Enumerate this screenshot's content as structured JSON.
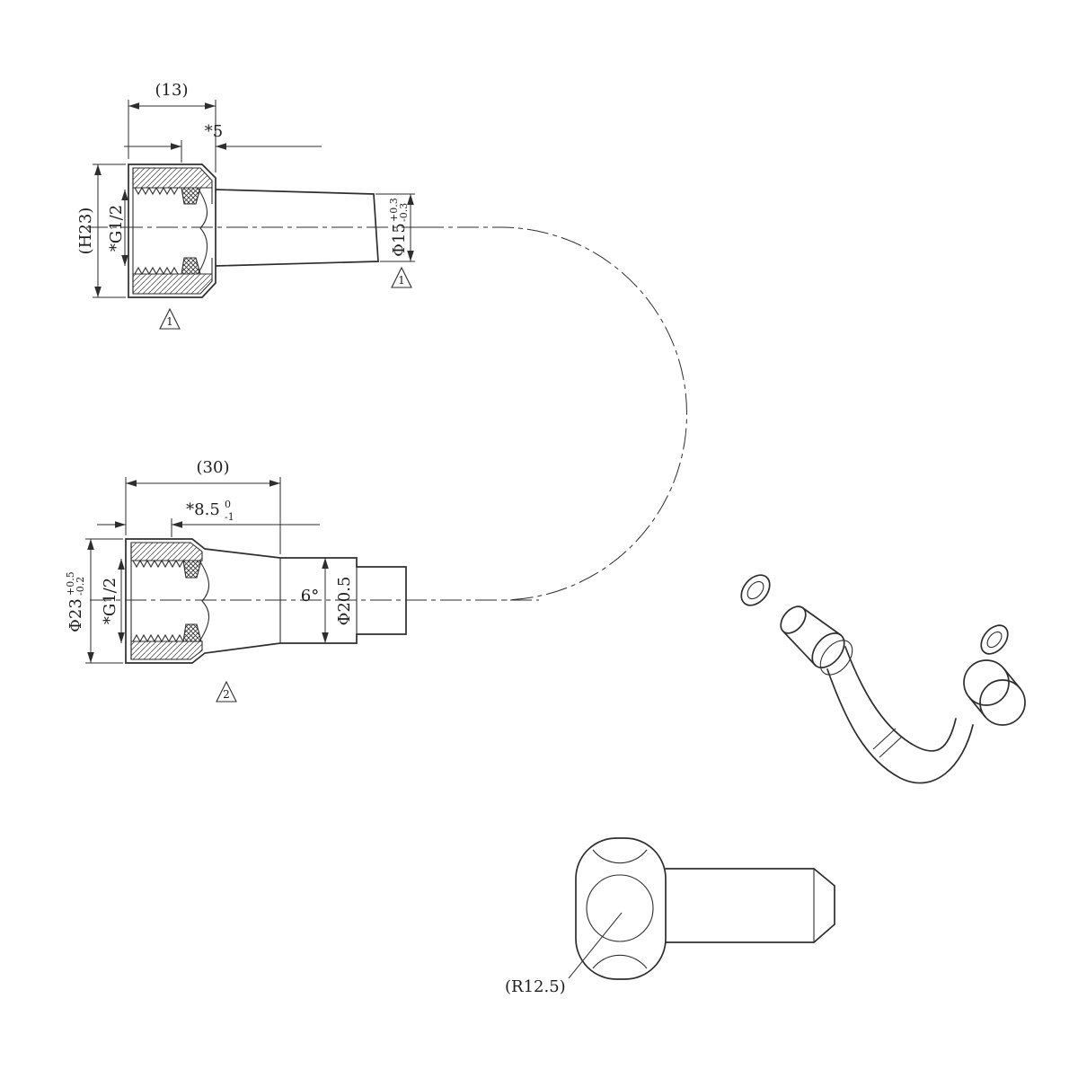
{
  "page": {
    "background": "#ffffff",
    "line_color": "#2e2e2e"
  },
  "top_view": {
    "dim_length_overall": "(13)",
    "dim_thread_depth": "*5",
    "dim_height": "(H23)",
    "dim_thread_size": "*G1/2",
    "dim_pipe_diameter": "Φ15",
    "pipe_tol_upper": "+0.3",
    "pipe_tol_lower": "-0.3",
    "note_flag_body": "1",
    "note_flag_pipe": "1"
  },
  "middle_view": {
    "dim_length_overall": "(30)",
    "dim_bore_depth": "*8.5",
    "bore_tol_upper": "0",
    "bore_tol_lower": "-1",
    "dim_outer_diameter": "Φ23",
    "outer_tol_upper": "+0.5",
    "outer_tol_lower": "-0.2",
    "dim_thread_size": "*G1/2",
    "dim_taper_angle": "6°",
    "dim_cone_diameter": "Φ20.5",
    "note_flag": "2"
  },
  "elbow_view": {
    "dim_radius": "(R12.5)"
  }
}
